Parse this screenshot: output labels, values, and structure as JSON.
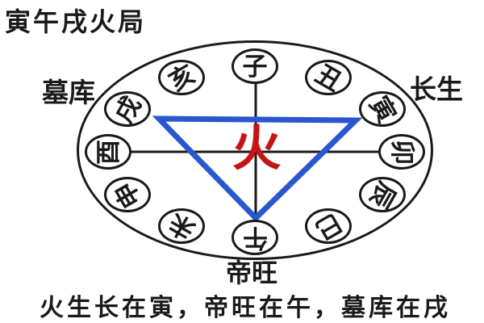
{
  "title": "寅午戌火局",
  "caption": "火生长在寅，帝旺在午，墓库在戌",
  "center": {
    "element": "火"
  },
  "stage_labels": {
    "mu_ku": "墓库",
    "chang_sheng": "长生",
    "di_wang": "帝旺"
  },
  "branches": [
    {
      "char": "子",
      "name": "zi"
    },
    {
      "char": "丑",
      "name": "chou"
    },
    {
      "char": "寅",
      "name": "yin"
    },
    {
      "char": "卯",
      "name": "mao"
    },
    {
      "char": "辰",
      "name": "chen"
    },
    {
      "char": "巳",
      "name": "si"
    },
    {
      "char": "午",
      "name": "wu"
    },
    {
      "char": "未",
      "name": "wei"
    },
    {
      "char": "申",
      "name": "shen"
    },
    {
      "char": "酉",
      "name": "you"
    },
    {
      "char": "戌",
      "name": "xu"
    },
    {
      "char": "亥",
      "name": "hai"
    }
  ],
  "triangle_branches": [
    "寅",
    "午",
    "戌"
  ],
  "colors": {
    "triangle": "#2a56cf",
    "fire": "#c41414",
    "line": "#1a1a1a"
  }
}
